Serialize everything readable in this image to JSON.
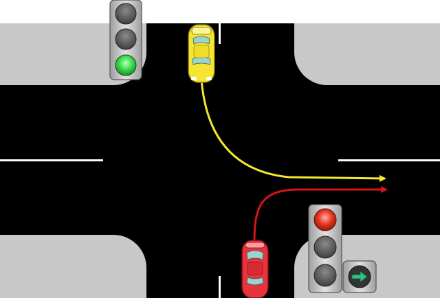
{
  "scene": {
    "description_text": "",
    "colors": {
      "background": "#ffffff",
      "road": "#000000",
      "sidewalk": "#c8c8c8",
      "lane_marking": "#ffffff",
      "yellow_car": "#f5e431",
      "red_car": "#e8333d",
      "yellow_path": "#f2e830",
      "red_path": "#d8141c",
      "signal_on_green": "#39d84a",
      "signal_on_red": "#e5321e",
      "signal_off": "#5a5a5a",
      "housing": "#bdbdbd",
      "arrow_green": "#2ec27e"
    },
    "vehicles": [
      {
        "name": "yellow-car",
        "color_key": "yellow_car",
        "heading": "south",
        "maneuver": "left-turn"
      },
      {
        "name": "red-car",
        "color_key": "red_car",
        "heading": "north",
        "maneuver": "right-turn"
      }
    ],
    "signals": [
      {
        "name": "top-left-signal",
        "lamps": [
          "off",
          "off",
          "green"
        ]
      },
      {
        "name": "bottom-right-signal",
        "lamps": [
          "red",
          "off",
          "off"
        ],
        "extra_arrow": "right-green"
      }
    ],
    "icons": [
      "traffic-light-icon",
      "car-icon",
      "arrow-right-icon"
    ]
  }
}
